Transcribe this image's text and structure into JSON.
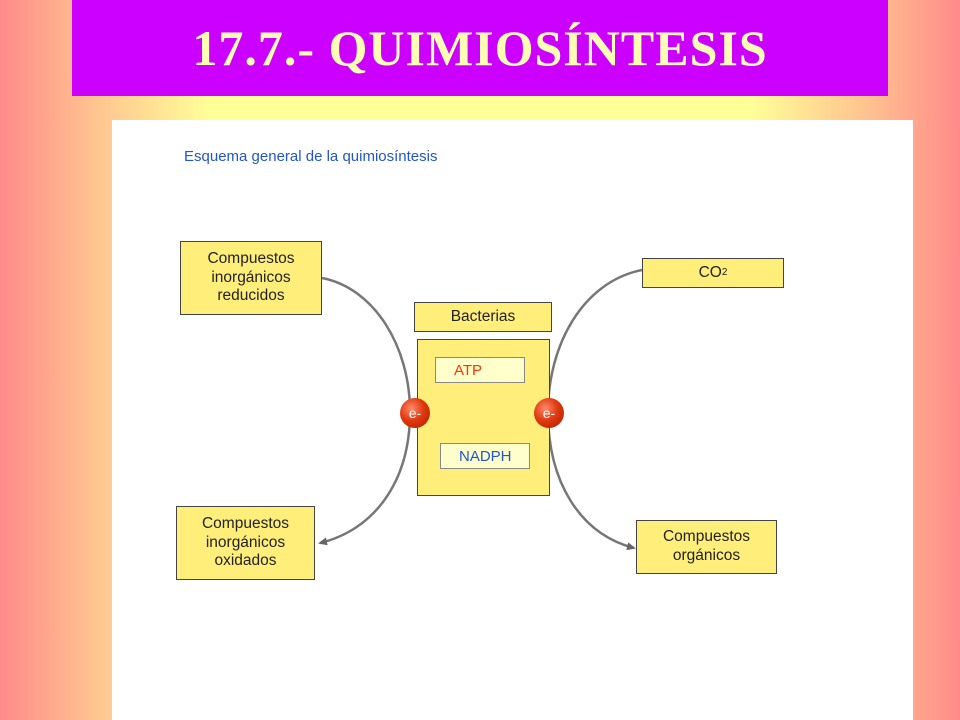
{
  "title": "17.7.- QUIMIOSÍNTESIS",
  "diagram": {
    "subtitle": "Esquema general de la quimiosíntesis",
    "input_box": "Compuestos\ninorgánicos\nreducidos",
    "output_box": "Compuestos\ninorgánicos\noxidados",
    "bacteria_label": "Bacterias",
    "atp_label": "ATP",
    "nadph_label": "NADPH",
    "electron_label": "e-",
    "co2_main": "CO",
    "co2_sub": "2",
    "organic_box": "Compuestos\norgánicos"
  },
  "colors": {
    "title_bg": "#cc00ff",
    "title_text": "#ffffb3",
    "box_fill": "#ffee7a",
    "subtitle_text": "#2255cc",
    "atp_text": "#ff3300",
    "nadph_text": "#2255cc",
    "electron": "#e03a10"
  }
}
